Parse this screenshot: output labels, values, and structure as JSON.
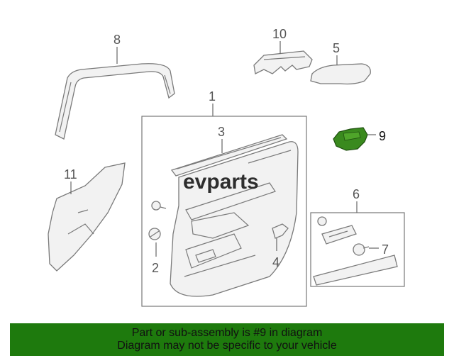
{
  "diagram": {
    "callouts": {
      "p1": "1",
      "p2": "2",
      "p3": "3",
      "p4": "4",
      "p5": "5",
      "p6": "6",
      "p7": "7",
      "p8": "8",
      "p9": "9",
      "p10": "10",
      "p11": "11"
    },
    "watermark": "evparts",
    "highlight_color": "#3a8a1e"
  },
  "banner": {
    "line1": "Part or sub-assembly is #9 in diagram",
    "line2": "Diagram may not be specific to your vehicle",
    "background": "#1e7a0d"
  }
}
